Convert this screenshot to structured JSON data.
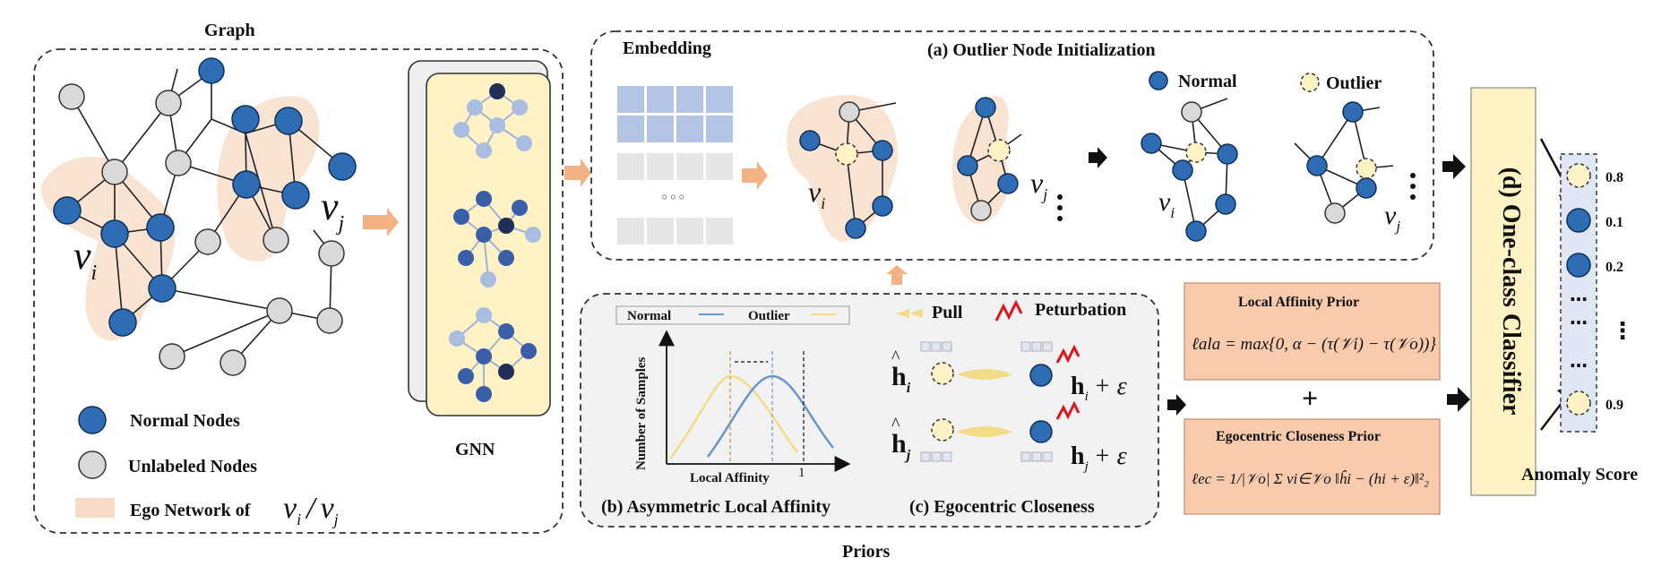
{
  "graph": {
    "title": "Graph",
    "vi": "v",
    "vi_sub": "i",
    "vj": "v",
    "vj_sub": "j",
    "legend": {
      "normal": "Normal Nodes",
      "unlabeled": "Unlabeled  Nodes",
      "ego_prefix": "Ego Network of",
      "ego_vi": "v",
      "ego_vi_sub": "i",
      "ego_slash": "/",
      "ego_vj": "v",
      "ego_vj_sub": "j"
    }
  },
  "gnn": {
    "label": "GNN"
  },
  "embedding": {
    "label": "Embedding",
    "ellipsis": "◦◦◦"
  },
  "outlier_init": {
    "title": "(a)  Outlier Node Initialization",
    "legend_normal": "Normal",
    "legend_outlier": "Outlier",
    "vi": "v",
    "vi_sub": "i",
    "vj": "v",
    "vj_sub": "j"
  },
  "priors": {
    "label": "Priors",
    "chart_legend_normal": "Normal",
    "chart_legend_outlier": "Outlier",
    "ylabel": "Number of Samples",
    "xlabel": "Local Affinity",
    "x_tick": "1",
    "b_label": "(b) Asymmetric Local Affinity",
    "c_label": "(c) Egocentric Closeness",
    "pull": "Pull",
    "perturbation": "Peturbation",
    "h_hat_i": "h",
    "h_hat_i_sub": "i",
    "h_hat_j": "h",
    "h_hat_j_sub": "j",
    "h_i": "h",
    "h_i_sub": "i",
    "h_j": "h",
    "h_j_sub": "j",
    "plus_eps": "+ ε"
  },
  "local_affinity_prior": {
    "title": "Local Affinity Prior",
    "formula": "ℓala = max{0, α − (τ(𝒱i) − τ(𝒱o))}"
  },
  "plus": "+",
  "egocentric_prior": {
    "title": "Egocentric Closeness Prior",
    "formula": "ℓec = 1/|𝒱o| Σ vi∈𝒱o ‖ĥi − (hi + ε)‖²₂"
  },
  "classifier": {
    "label": "(d) One-class Classifier"
  },
  "anomaly": {
    "label": "Anomaly Score",
    "scores": [
      "0.8",
      "0.1",
      "0.2",
      "0.9"
    ],
    "dots": "…",
    "vdots": "⋮"
  },
  "colors": {
    "normal": "#2E6DB4",
    "unlabeled": "#D9D9D9",
    "outlier": "#FFF2C4",
    "ego": "#F7DBC6",
    "gnn_card": "#FFF2C4",
    "prior_box": "#F8CBAD",
    "classifier_bar": "#FFF2C4",
    "arrow": "#F4B183",
    "curve_normal": "#6A97C8",
    "curve_outlier": "#F2DC8A",
    "perturbation": "#E0141C"
  }
}
